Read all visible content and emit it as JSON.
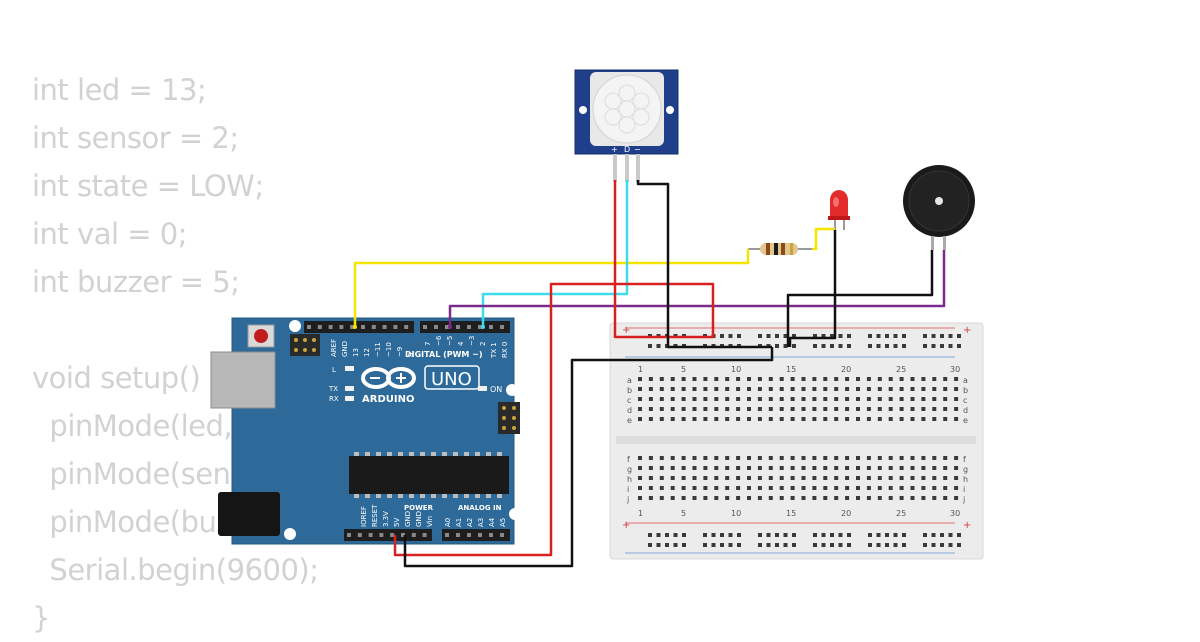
{
  "code_lines": [
    "int led = 13;",
    "int sensor = 2;",
    "int state = LOW;",
    "int val = 0;",
    "int buzzer = 5;",
    "",
    "void setup() {",
    "  pinMode(led, OUTPUT);",
    "  pinMode(sensor, INPUT);",
    "  pinMode(buzzer, OUTPUT);",
    "  Serial.begin(9600);",
    "}"
  ],
  "arduino": {
    "brand": "ARDUINO",
    "model": "UNO",
    "digital_label": "DIGITAL (PWM ~)",
    "power_label": "POWER",
    "analog_label": "ANALOG IN",
    "on_label": "ON",
    "l_label": "L",
    "tx_label": "TX",
    "rx_label": "RX",
    "digital_pins": [
      "AREF",
      "GND",
      "13",
      "12",
      "~11",
      "~10",
      "~9",
      "8",
      "7",
      "~6",
      "~5",
      "4",
      "~3",
      "2",
      "TX 1",
      "RX 0"
    ],
    "power_pins": [
      "IOREF",
      "RESET",
      "3.3V",
      "5V",
      "GND",
      "GND",
      "Vin"
    ],
    "analog_pins": [
      "A0",
      "A1",
      "A2",
      "A3",
      "A4",
      "A5"
    ]
  },
  "pir": {
    "pin_labels": [
      "+",
      "D",
      "−"
    ]
  },
  "breadboard": {
    "column_numbers": [
      "1",
      "5",
      "10",
      "15",
      "20",
      "25",
      "30"
    ],
    "top_rows": [
      "a",
      "b",
      "c",
      "d",
      "e"
    ],
    "bottom_rows": [
      "f",
      "g",
      "h",
      "i",
      "j"
    ],
    "rail_plus": "+",
    "rail_minus": "−"
  },
  "colors": {
    "board": "#2d6a9a",
    "wire_yellow": "#f5e400",
    "wire_cyan": "#3ddcec",
    "wire_red": "#d82020",
    "wire_black": "#111111",
    "wire_purple": "#7a2a8a",
    "code_text": "#d2d2d2"
  }
}
